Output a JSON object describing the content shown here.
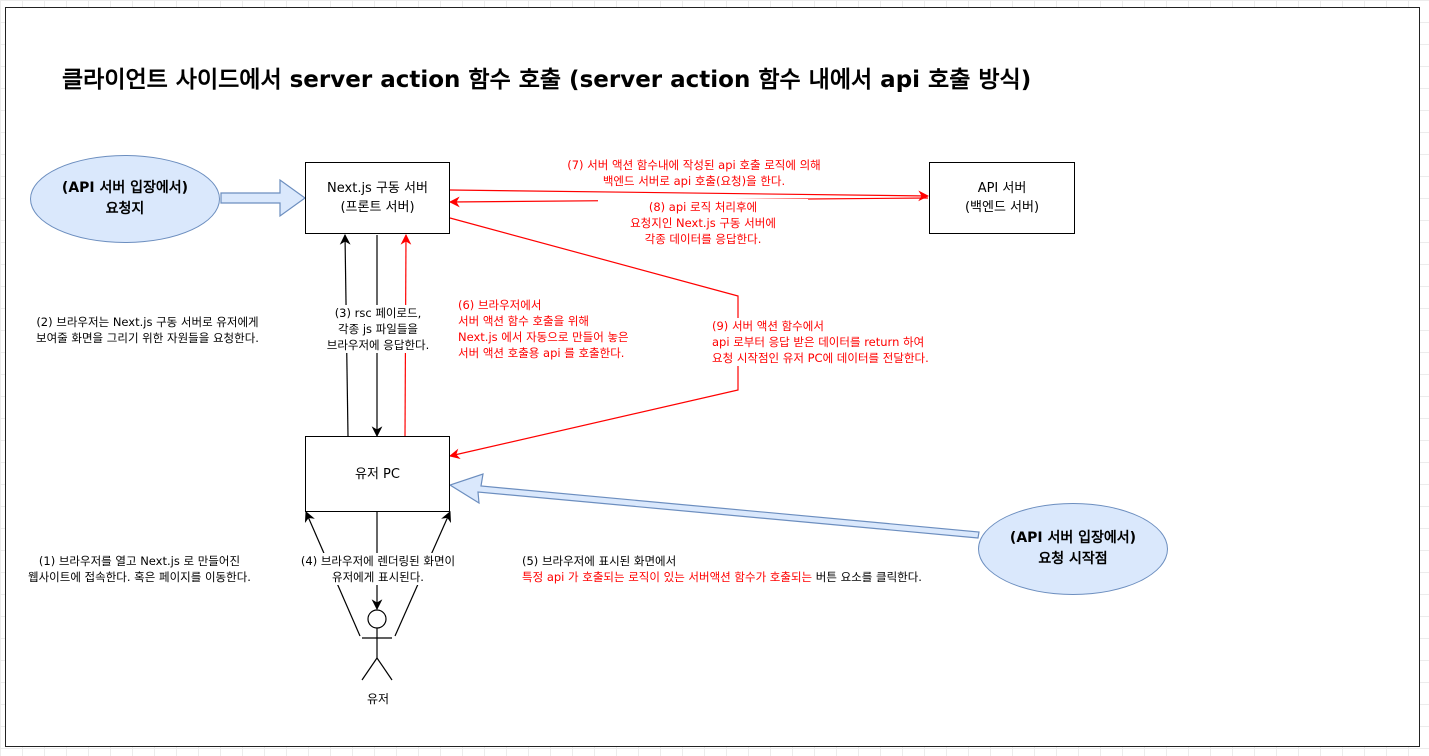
{
  "title": "클라이언트 사이드에서 server action 함수 호출 (server action 함수 내에서 api 호출 방식)",
  "nodes": {
    "nextjs_server": [
      "Next.js 구동 서버",
      "(프론트 서버)"
    ],
    "api_server": [
      "API 서버",
      "(백엔드 서버)"
    ],
    "user_pc": [
      "유저 PC"
    ],
    "request_origin": [
      "(API 서버 입장에서)",
      "요청지"
    ],
    "request_start": [
      "(API 서버 입장에서)",
      "요청 시작점"
    ],
    "user_actor": "유저"
  },
  "edge_labels": {
    "step1": [
      "(1) 브라우저를 열고 Next.js 로 만들어진",
      "웹사이트에 접속한다. 혹은 페이지를 이동한다."
    ],
    "step2": [
      "(2) 브라우저는 Next.js 구동 서버로 유저에게",
      "보여줄 화면을 그리기 위한 자원들을 요청한다."
    ],
    "step3": [
      "(3) rsc 페이로드,",
      "각종 js 파일들을",
      "브라우저에 응답한다."
    ],
    "step4": [
      "(4) 브라우저에 렌더링된 화면이",
      "유저에게 표시된다."
    ],
    "step5_line1": "(5) 브라우저에 표시된 화면에서",
    "step5_red": "특정 api 가 호출되는 로직이 있는 서버액션 함수가 호출되는",
    "step5_tail": " 버튼 요소를 클릭한다.",
    "step6": [
      "(6) 브라우저에서",
      "서버 액션 함수 호출을 위해",
      "Next.js 에서 자동으로 만들어 놓은",
      "서버 액션 호출용 api 를 호출한다."
    ],
    "step7": [
      "(7) 서버 액션 함수내에 작성된 api 호출 로직에 의해",
      "백엔드 서버로 api 호출(요청)을 한다."
    ],
    "step8": [
      "(8) api 로직 처리후에",
      "요청지인 Next.js 구동 서버에",
      "각종 데이터를 응답한다."
    ],
    "step9": [
      "(9) 서버 액션 함수에서",
      "api 로부터 응답 받은 데이터를 return 하여",
      "요청 시작점인 유저 PC에 데이터를 전달한다."
    ]
  },
  "colors": {
    "red_edge": "#ff0000",
    "ellipse_fill": "#dae8fc",
    "ellipse_stroke": "#6c8ebf",
    "black_edge": "#000000"
  }
}
